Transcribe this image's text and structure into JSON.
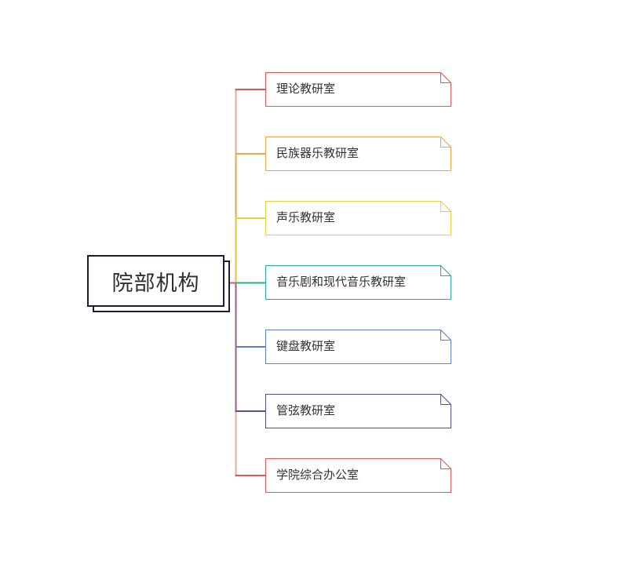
{
  "diagram": {
    "title": "院部机构 mind map",
    "root": {
      "label": "院部机构",
      "border_color": "#1c1c38",
      "text_color": "#2f2f2f"
    },
    "children": [
      {
        "label": "理论教研室",
        "color": "#f0514b"
      },
      {
        "label": "民族器乐教研室",
        "color": "#f6a24a"
      },
      {
        "label": "声乐教研室",
        "color": "#f0cd3a"
      },
      {
        "label": "音乐剧和现代音乐教研室",
        "color": "#22b491"
      },
      {
        "label": "键盘教研室",
        "color": "#5a7de6"
      },
      {
        "label": "管弦教研室",
        "color": "#5452a8"
      },
      {
        "label": "学院综合办公室",
        "color": "#f0514b"
      }
    ],
    "connectors": {
      "root_link": "#f0514b",
      "trunk": [
        "#f9a1a0",
        "#f6a24a",
        "#f1bd35",
        "#a25a7e",
        "#a25a7e",
        "#f9a8a1"
      ],
      "branches": [
        "#f0514b",
        "#f6a24a",
        "#f0cd3a",
        "#22b491",
        "#5a7de6",
        "#5452a8",
        "#f0514b"
      ]
    }
  }
}
